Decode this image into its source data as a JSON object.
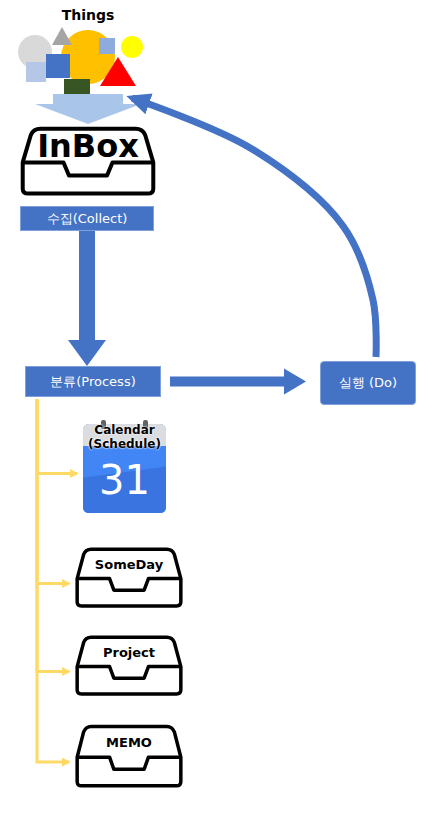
{
  "diagram": {
    "nodes": [
      {
        "text": [
          "Things"
        ]
      },
      {
        "text": [
          "InBox"
        ]
      },
      {
        "text": [
          "수집(Collect)"
        ]
      },
      {
        "text": [
          "분류(Process)"
        ]
      },
      {
        "text": [
          "실행 (Do)"
        ]
      },
      {
        "text": [
          "Calendar (Schedule)",
          "31"
        ]
      },
      {
        "text": [
          "SomeDay"
        ]
      },
      {
        "text": [
          "Project"
        ]
      },
      {
        "text": [
          "MEMO"
        ]
      }
    ],
    "edges": [
      {
        "from": 0,
        "to": 1,
        "arrow": "to"
      },
      {
        "from": 2,
        "to": 3,
        "arrow": "to"
      },
      {
        "from": 3,
        "to": 4,
        "arrow": "to"
      },
      {
        "from": 4,
        "to": 0,
        "arrow": "to"
      },
      {
        "from": 3,
        "to": 5,
        "arrow": "to"
      },
      {
        "from": 3,
        "to": 6,
        "arrow": "to"
      },
      {
        "from": 3,
        "to": 7,
        "arrow": "to"
      },
      {
        "from": 3,
        "to": 8,
        "arrow": "to"
      }
    ]
  }
}
